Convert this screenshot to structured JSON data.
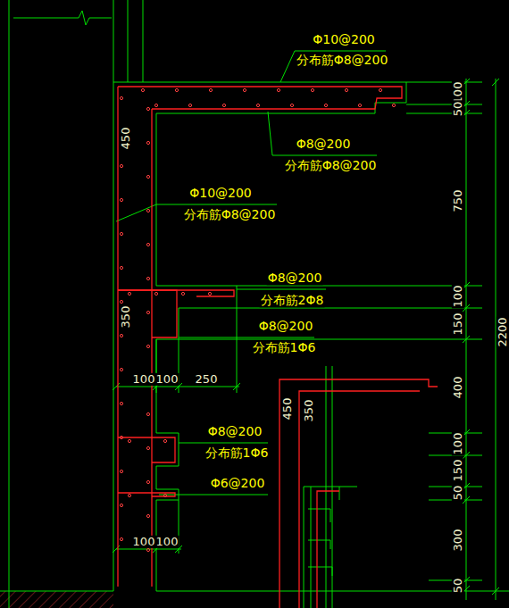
{
  "diagram": {
    "labels": [
      "Φ10@200",
      "分布筋Φ8@200",
      "Φ8@200",
      "分布筋Φ8@200",
      "Φ10@200",
      "分布筋Φ8@200",
      "Φ8@200",
      "分布筋2Φ8",
      "Φ8@200",
      "分布筋1Φ6",
      "Φ8@200",
      "分布筋1Φ6",
      "Φ6@200",
      "450",
      "350",
      "100",
      "100",
      "250",
      "100",
      "100",
      "450",
      "350",
      "100",
      "50",
      "750",
      "100",
      "150",
      "400",
      "100",
      "150",
      "50",
      "300",
      "50",
      "2200"
    ]
  }
}
